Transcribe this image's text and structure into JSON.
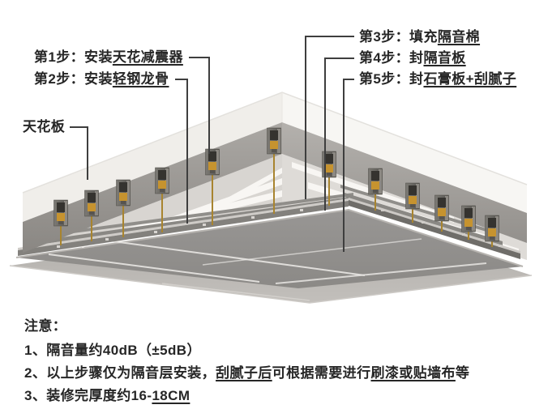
{
  "annotations": {
    "left": [
      {
        "prefix": "第1步：安装",
        "underlined": "天花减震器"
      },
      {
        "prefix": "第2步：安装",
        "underlined": "轻钢龙骨"
      }
    ],
    "ceiling_label": "天花板",
    "right": [
      {
        "prefix": "第3步：填充",
        "underlined": "隔音棉"
      },
      {
        "prefix": "第4步：封",
        "underlined": "隔音板"
      },
      {
        "prefix": "第5步：封",
        "underlined": "石膏板+刮腻子"
      }
    ]
  },
  "notes": {
    "heading": "注意：",
    "item1": "1、隔音量约40dB（±5dB）",
    "item2": {
      "p1": "2、以上步骤仅为隔音层安装，",
      "u1": "刮腻子后",
      "p2": "可根据需要进行",
      "u2": "刷漆或贴墙布",
      "p3": "等"
    },
    "item3": {
      "p1": "3、装修完厚度约16-",
      "u1": "18CM"
    }
  },
  "colors": {
    "text": "#262626",
    "leader": "#3e3e3e",
    "bg": "#ffffff",
    "slab-white": "#f2f0ed",
    "underside-gray": "#9d9a96",
    "damper-brass": "#c6932f",
    "keel-gray": "#807e7a",
    "board-dark": "#918f8c",
    "board-light": "#b6b3af"
  }
}
